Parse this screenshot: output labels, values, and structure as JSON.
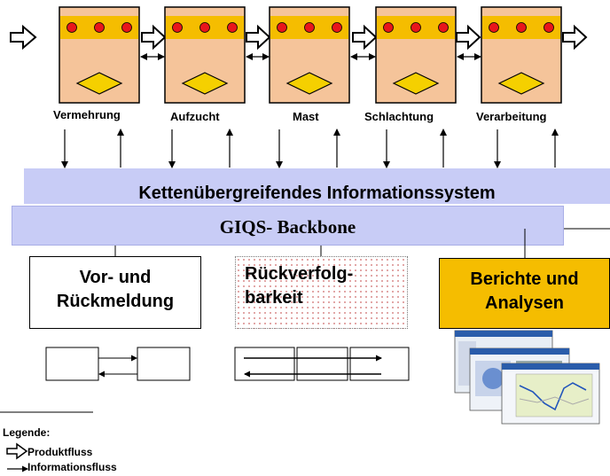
{
  "stages": [
    {
      "id": "vermehrung",
      "label": "Vermehrung"
    },
    {
      "id": "aufzucht",
      "label": "Aufzucht"
    },
    {
      "id": "mast",
      "label": "Mast"
    },
    {
      "id": "schlachtung",
      "label": "Schlachtung"
    },
    {
      "id": "verarbeitung",
      "label": "Verarbeitung"
    }
  ],
  "info_system": {
    "title": "Kettenübergreifendes Informationssystem",
    "backbone": "GIQS- Backbone"
  },
  "modules": {
    "vor_rueckmeldung": [
      "Vor- und",
      "Rückmeldung"
    ],
    "rueckverfolgbarkeit": [
      "Rückverfolg-",
      "barkeit"
    ],
    "berichte": [
      "Berichte und",
      "Analysen"
    ]
  },
  "legend": {
    "title": "Legende:",
    "product_flow": "Produktfluss",
    "information_flow": "Informationsfluss"
  },
  "colors": {
    "stage_fill": "#f5c49a",
    "stage_band": "#f5bd00",
    "dot": "#e8161b",
    "diamond": "#f5d000",
    "info_band": "#c8ccf6",
    "report_box": "#f5bd00"
  }
}
